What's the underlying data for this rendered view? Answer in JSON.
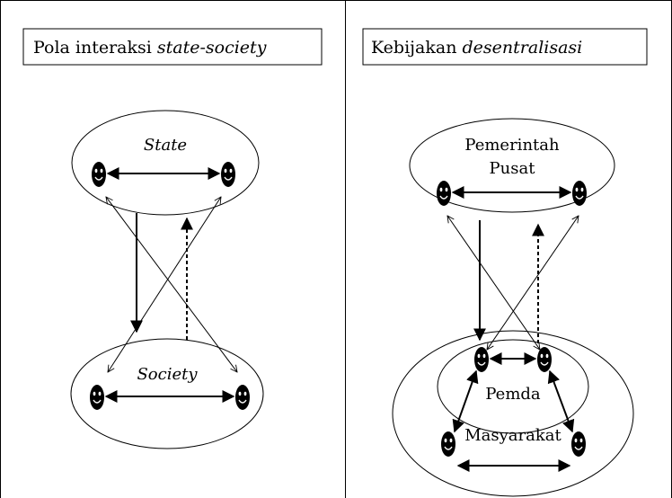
{
  "panels": [
    {
      "title_plain": "Pola interaksi ",
      "title_italic": "state-society",
      "top_label": "State",
      "bottom_label": "Society"
    },
    {
      "title_plain": "Kebijakan ",
      "title_italic": "desentralisasi",
      "top_label_line1": "Pemerintah",
      "top_label_line2": "Pusat",
      "inner_label": "Pemda",
      "outer_label": "Masyarakat"
    }
  ],
  "icons": {
    "person": "smiley-person-icon"
  }
}
